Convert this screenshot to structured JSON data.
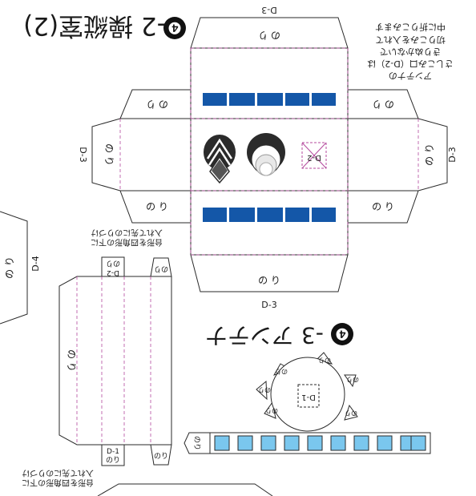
{
  "colors": {
    "stripe": "#1457a8",
    "window": "#7ac7ee",
    "glue_line": "#b44a9e",
    "line": "#2a2a2a"
  },
  "icons": [
    "chevron-emblem-icon",
    "round-emblem-icon",
    "crossed-box-icon"
  ],
  "title": {
    "number": "❹",
    "text": "-2 操縦室(2)"
  },
  "note_antenna": [
    "アンテナの",
    "さしこみ口（D-2）は",
    "きりぬかないで",
    "切りこみを入れて",
    "中に折りこみます"
  ],
  "cockpit": {
    "label_top": "D-3",
    "label_bottom": "D-3",
    "label_right": "D-3",
    "label_left": "D-3",
    "nori": "の り",
    "slot_label": "D-2"
  },
  "section_antenna": {
    "number": "❹",
    "text": "-3 アンテナ"
  },
  "antenna": {
    "slot_label": "D-1",
    "nori": "のり"
  },
  "side_piece": {
    "label": "D-4",
    "nori": "の り"
  },
  "pillar": {
    "nori": "の り",
    "top_tab": "D-2",
    "top_tab_nori": "のり",
    "right_tab_nori": "のり",
    "bottom_tab": "D-1",
    "bottom_tab_nori": "のり",
    "note_top": [
      "台形を四角形の下に",
      "入れて先にのりづけ"
    ],
    "note_bottom": [
      "台形を四角形の下に",
      "入れて先にのりづけ"
    ]
  }
}
